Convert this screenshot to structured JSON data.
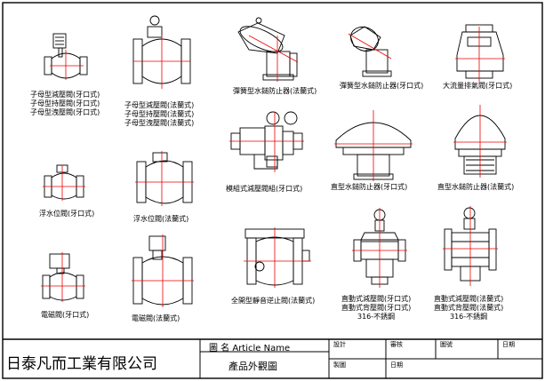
{
  "sheet": {
    "company_name": "日泰凡而工業有限公司",
    "drawing_name_label": "圖  名  Article Name",
    "drawing_name_value": "產品外觀圖",
    "fields_row1": [
      "設計",
      "審核",
      "圖號",
      "日期"
    ],
    "fields_row2": [
      "製圖",
      "日期"
    ]
  },
  "components": [
    {
      "key": "female_pressure_reducing_screwed",
      "label_lines": [
        "子母型減壓閥(牙口式)",
        "子母型持壓閥(牙口式)",
        "子母型洩壓閥(牙口式)"
      ]
    },
    {
      "key": "female_pressure_reducing_flanged",
      "label_lines": [
        "子母型減壓閥(法蘭式)",
        "子母型持壓閥(法蘭式)",
        "子母型洩壓閥(法蘭式)"
      ]
    },
    {
      "key": "spring_water_hammer_flanged",
      "label_lines": [
        "彈簧型水鎚防止器(法蘭式)"
      ]
    },
    {
      "key": "spring_water_hammer_screwed",
      "label_lines": [
        "彈簧型水鎚防止器(牙口式)"
      ]
    },
    {
      "key": "large_flow_air_vent",
      "label_lines": [
        "大流量排氣閥(牙口式)"
      ]
    },
    {
      "key": "assembled_pressure_reducing_group",
      "label_lines": [
        "模組式減壓閥組(牙口式)"
      ]
    },
    {
      "key": "direct_water_hammer_screwed",
      "label_lines": [
        "直型水鎚防止器(牙口式)"
      ]
    },
    {
      "key": "direct_water_hammer_flanged",
      "label_lines": [
        "直型水鎚防止器(法蘭式)"
      ]
    },
    {
      "key": "float_valve_screwed",
      "label_lines": [
        "浮水位閥(牙口式)"
      ]
    },
    {
      "key": "float_valve_flanged",
      "label_lines": [
        "浮水位閥(法蘭式)"
      ]
    },
    {
      "key": "silent_check_flanged",
      "label_lines": [
        "全開型靜音逆止閥(法蘭式)"
      ]
    },
    {
      "key": "direct_prv_screwed",
      "label_lines": [
        "直動式減壓閥(牙口式)",
        "直動式背壓閥(牙口式)",
        "316-不銹鋼"
      ]
    },
    {
      "key": "direct_prv_flanged",
      "label_lines": [
        "直動式減壓閥(法蘭式)",
        "直動式背壓閥(法蘭式)",
        "316-不銹鋼"
      ]
    },
    {
      "key": "solenoid_valve_screwed",
      "label_lines": [
        "電磁閥(牙口式)"
      ]
    },
    {
      "key": "solenoid_valve_flanged",
      "label_lines": [
        "電磁閥(法蘭式)"
      ]
    }
  ]
}
